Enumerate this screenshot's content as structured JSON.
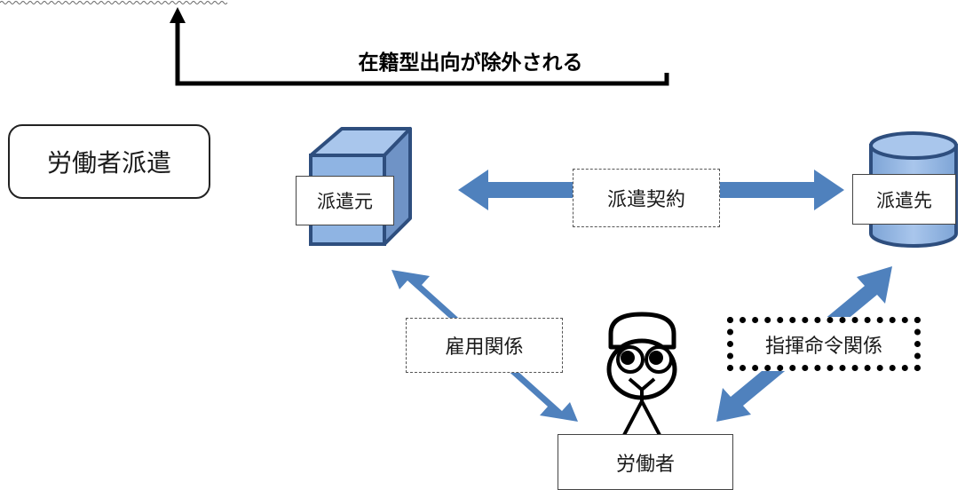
{
  "headline": "在籍型出向が除外される",
  "title": "労働者派遣",
  "labels": {
    "dispatcher": "派遣元",
    "contract": "派遣契約",
    "client": "派遣先",
    "employment": "雇用関係",
    "command": "指揮命令関係",
    "worker": "労働者"
  },
  "colors": {
    "arrow_blue": "#4f81bd",
    "shape_fill": "#8fb4e3",
    "shape_edge": "#2e4e7e"
  }
}
